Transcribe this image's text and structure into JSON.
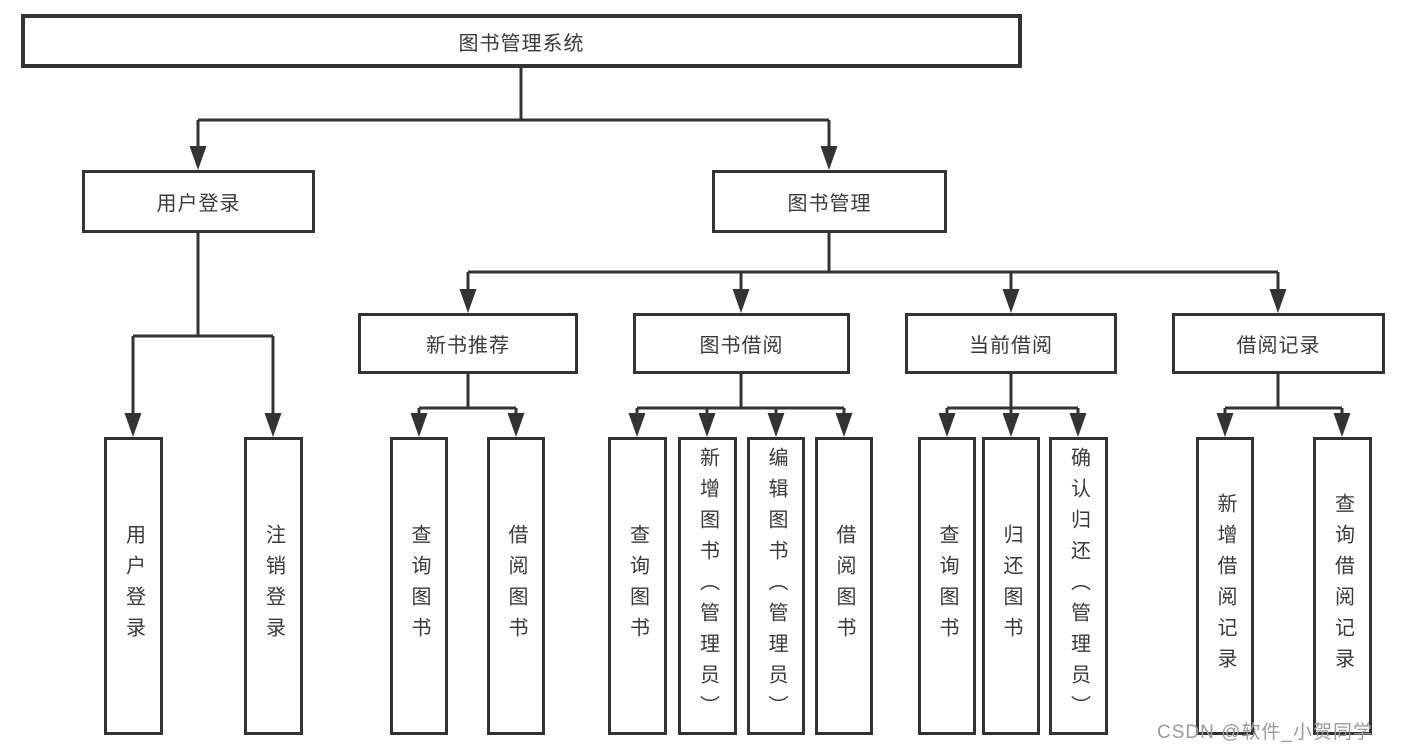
{
  "diagram": {
    "title": "图书管理系统",
    "root": {
      "label": "图书管理系统"
    },
    "level2": [
      {
        "label": "用户登录",
        "children": [
          "用户登录",
          "注销登录"
        ]
      },
      {
        "label": "图书管理"
      }
    ],
    "level3": [
      {
        "label": "新书推荐",
        "children": [
          "查询图书",
          "借阅图书"
        ]
      },
      {
        "label": "图书借阅",
        "children": [
          "查询图书",
          "新增图书（管理员）",
          "编辑图书（管理员）",
          "借阅图书"
        ]
      },
      {
        "label": "当前借阅",
        "children": [
          "查询图书",
          "归还图书",
          "确认归还（管理员）"
        ]
      },
      {
        "label": "借阅记录",
        "children": [
          "新增借阅记录",
          "查询借阅记录"
        ]
      }
    ]
  },
  "watermark": {
    "text": "CSDN @软件_小贺同学"
  },
  "colors": {
    "line": "#333333",
    "box_border": "#333333",
    "text": "#3a3a3a",
    "watermark": "#9b9b9b",
    "background": "#ffffff"
  }
}
